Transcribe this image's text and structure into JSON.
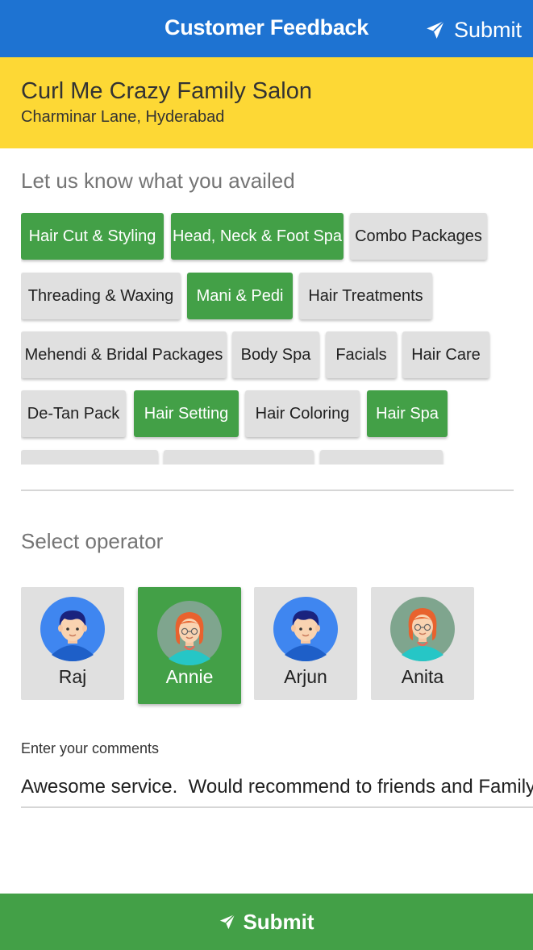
{
  "appbar": {
    "title": "Customer Feedback",
    "submit_label": "Submit",
    "submit_icon": "send-icon"
  },
  "salon": {
    "name": "Curl Me Crazy Family Salon",
    "address": "Charminar Lane, Hyderabad"
  },
  "services": {
    "heading": "Let us know what you availed",
    "items": [
      {
        "label": "Hair Cut & Styling",
        "selected": true
      },
      {
        "label": "Head, Neck & Foot Spa",
        "selected": true
      },
      {
        "label": "Combo Packages",
        "selected": false
      },
      {
        "label": "Threading & Waxing",
        "selected": false
      },
      {
        "label": "Mani & Pedi",
        "selected": true
      },
      {
        "label": "Hair Treatments",
        "selected": false
      },
      {
        "label": "Mehendi & Bridal Packages",
        "selected": false
      },
      {
        "label": "Body Spa",
        "selected": false
      },
      {
        "label": "Facials",
        "selected": false
      },
      {
        "label": "Hair Care",
        "selected": false
      },
      {
        "label": "De-Tan Pack",
        "selected": false
      },
      {
        "label": "Hair Setting",
        "selected": true
      },
      {
        "label": "Hair Coloring",
        "selected": false
      },
      {
        "label": "Hair Spa",
        "selected": true
      }
    ]
  },
  "operators": {
    "heading": "Select operator",
    "items": [
      {
        "name": "Raj",
        "avatar": "male-avatar-icon",
        "selected": false
      },
      {
        "name": "Annie",
        "avatar": "female-avatar-icon",
        "selected": true
      },
      {
        "name": "Arjun",
        "avatar": "male-avatar-icon",
        "selected": false
      },
      {
        "name": "Anita",
        "avatar": "female-avatar-icon",
        "selected": false
      }
    ]
  },
  "comments": {
    "label": "Enter your comments",
    "value": "Awesome service.  Would recommend to friends and Family"
  },
  "footer": {
    "submit_label": "Submit",
    "submit_icon": "send-icon"
  },
  "colors": {
    "primary": "#1e73d2",
    "accent_yellow": "#fdd835",
    "selected_green": "#43a047",
    "chip_grey": "#e0e0e0"
  }
}
